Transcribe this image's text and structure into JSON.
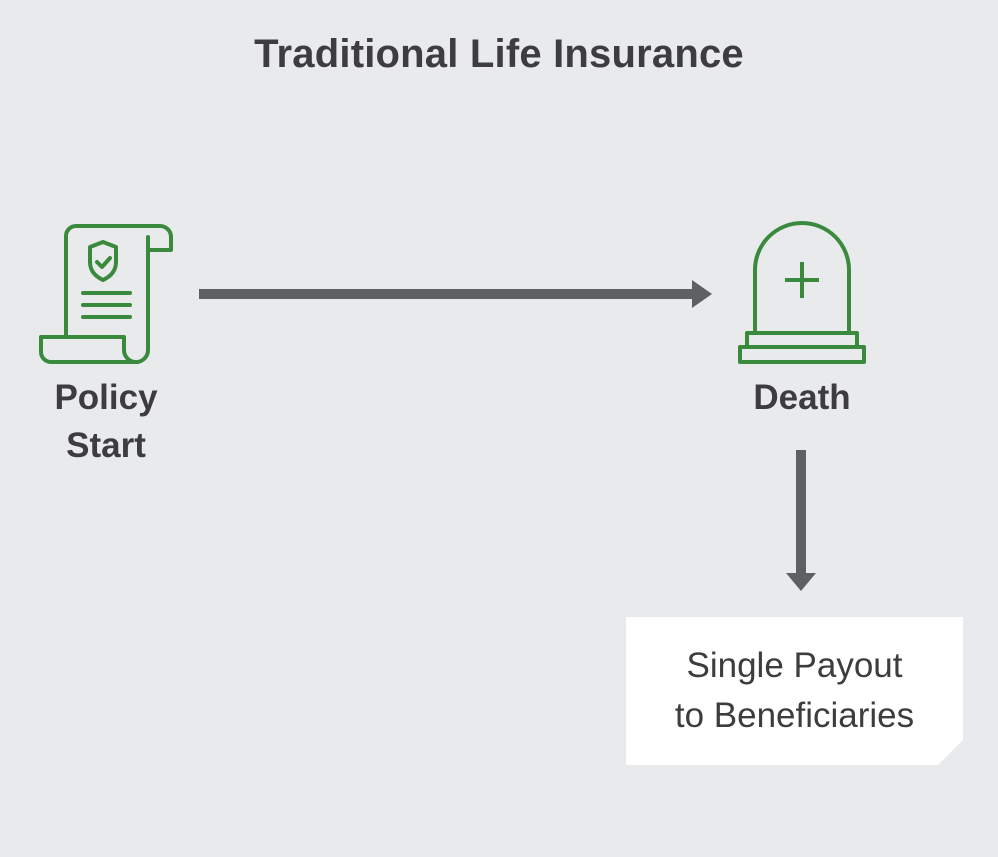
{
  "title": "Traditional Life Insurance",
  "nodes": {
    "policy_start": {
      "line1": "Policy",
      "line2": "Start",
      "icon": "policy-scroll-shield-icon"
    },
    "death": {
      "label": "Death",
      "icon": "tombstone-icon"
    },
    "payout": {
      "line1": "Single Payout",
      "line2": "to Beneficiaries"
    }
  },
  "colors": {
    "background": "#e9eaec",
    "icon": "#3a8a3e",
    "arrow": "#5f6062",
    "text": "#3d3d3f"
  }
}
